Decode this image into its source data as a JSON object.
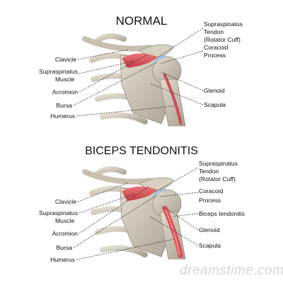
{
  "normal": {
    "title": "NORMAL",
    "left_labels": {
      "clavicle": "Clavicle",
      "supraspinatus_muscle_line1": "Supraspinatus",
      "supraspinatus_muscle_line2": "Muscle",
      "acromion": "Acromion",
      "bursa": "Bursa",
      "humerus": "Humerus"
    },
    "right_labels": {
      "tendon_line1": "Supraspinatus",
      "tendon_line2": "Tendon",
      "tendon_line3": "(Rotator Cuff)",
      "coracoid_line1": "Coracoid",
      "coracoid_line2": "Process",
      "glenoid": "Glenoid",
      "scapula": "Scapula"
    }
  },
  "tendonitis": {
    "title": "BICEPS TENDONITIS",
    "left_labels": {
      "clavicle": "Clavicle",
      "supraspinatus_muscle_line1": "Supraspinatus",
      "supraspinatus_muscle_line2": "Muscle",
      "acromion": "Acromion",
      "bursa": "Bursa",
      "humerus": "Humerus"
    },
    "right_labels": {
      "tendon_line1": "Supraspinatus",
      "tendon_line2": "Tendon",
      "tendon_line3": "(Rotator Cuff)",
      "coracoid_line1": "Coracoid",
      "coracoid_line2": "Process",
      "biceps_tendonitis": "Biceps tendonitis",
      "glenoid": "Glenoid",
      "scapula": "Scapula"
    }
  },
  "colors": {
    "bone": "#cfc6b6",
    "bone_shadow": "#9f9788",
    "muscle": "#d9535b",
    "inflamed": "#e04a52",
    "cartilage": "#9cc3e0",
    "leader": "#222222"
  },
  "watermark": "dreamstime.com"
}
